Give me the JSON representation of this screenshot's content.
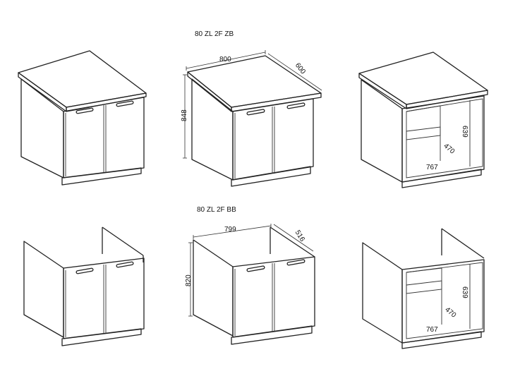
{
  "drawing": {
    "top_row_title": "80 ZL 2F ZB",
    "bottom_row_title": "80 ZL 2F BB",
    "top_dims": {
      "width": "800",
      "depth": "600",
      "height": "848"
    },
    "bottom_dims": {
      "width": "799",
      "depth": "516",
      "height": "820"
    },
    "opening_top": {
      "height": "639",
      "depth": "470",
      "width": "767"
    },
    "opening_bottom": {
      "height": "639",
      "depth": "470",
      "width": "767"
    }
  }
}
